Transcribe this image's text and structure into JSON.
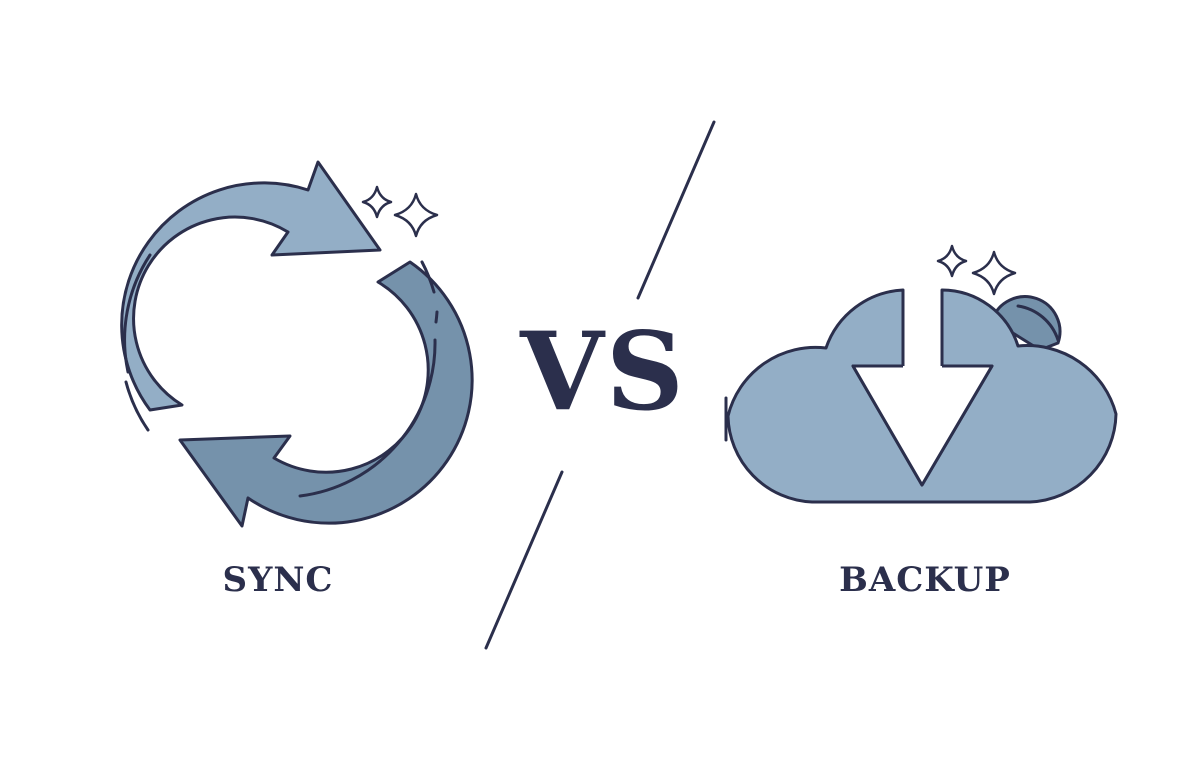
{
  "labels": {
    "left": "SYNC",
    "center": "VS",
    "right": "BACKUP"
  },
  "icons": {
    "left": "sync-arrows-icon",
    "right": "cloud-download-icon",
    "sparkles": "sparkle-icon"
  },
  "colors": {
    "ink": "#2b2f4c",
    "light_blue": "#93aec6",
    "mid_blue": "#7592ab",
    "background": "#ffffff"
  }
}
